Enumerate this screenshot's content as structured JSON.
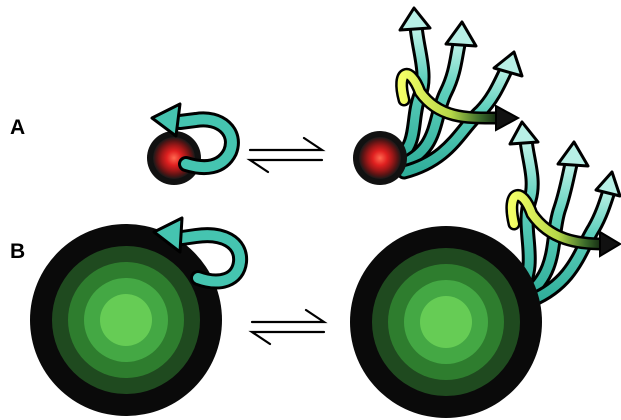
{
  "panels": [
    {
      "label": "A",
      "particle": "small",
      "core_colors": [
        "#1a1a1a",
        "#5a1414",
        "#a01818",
        "#e02020",
        "#ff5040"
      ],
      "states": [
        "folded-loop",
        "extended-strands"
      ],
      "equilibrium": "reversible"
    },
    {
      "label": "B",
      "particle": "large",
      "core_colors": [
        "#0a0a0a",
        "#1f4a1f",
        "#2e7d2e",
        "#44a844",
        "#66cc55"
      ],
      "states": [
        "folded-loop",
        "extended-strands"
      ],
      "equilibrium": "reversible"
    }
  ],
  "colors": {
    "strand": "#45c4b0",
    "strand_light": "#b8f0e6",
    "outline": "#000000",
    "arc_start": "#f0ff60",
    "arc_mid": "#b0d040",
    "arc_end": "#1a3a1a"
  }
}
